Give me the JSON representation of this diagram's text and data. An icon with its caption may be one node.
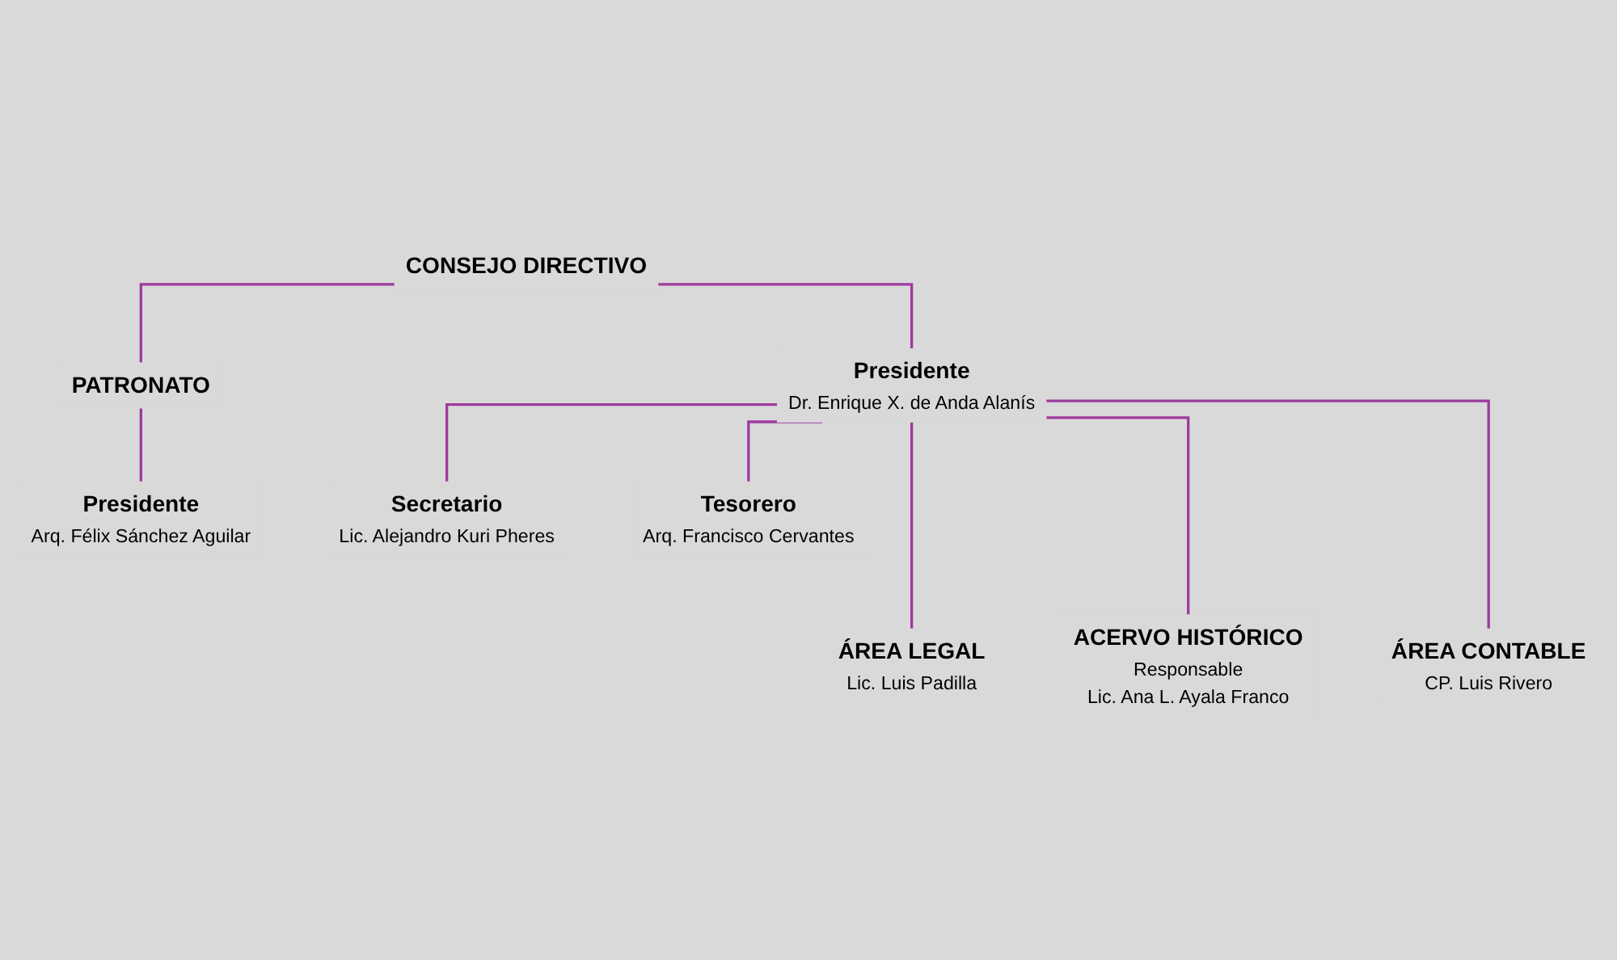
{
  "diagram": {
    "nodes": [
      {
        "text": [
          "CONSEJO DIRECTIVO"
        ]
      },
      {
        "text": [
          "PATRONATO"
        ]
      },
      {
        "text": [
          "Presidente",
          "Arq. Félix Sánchez Aguilar"
        ]
      },
      {
        "text": [
          "Presidente",
          "Dr. Enrique X. de Anda Alanís"
        ]
      },
      {
        "text": [
          "Secretario",
          "Lic. Alejandro Kuri Pheres"
        ]
      },
      {
        "text": [
          "Tesorero",
          "Arq. Francisco Cervantes"
        ]
      },
      {
        "text": [
          "ÁREA LEGAL",
          "Lic. Luis Padilla"
        ]
      },
      {
        "text": [
          "ACERVO HISTÓRICO",
          "Responsable",
          "Lic. Ana L. Ayala Franco"
        ]
      },
      {
        "text": [
          "ÁREA CONTABLE",
          "CP. Luis Rivero"
        ]
      }
    ],
    "edges": [
      {
        "from": 0,
        "to": 1,
        "arrow": "none"
      },
      {
        "from": 0,
        "to": 3,
        "arrow": "none"
      },
      {
        "from": 1,
        "to": 2,
        "arrow": "none"
      },
      {
        "from": 3,
        "to": 4,
        "arrow": "none"
      },
      {
        "from": 3,
        "to": 5,
        "arrow": "none"
      },
      {
        "from": 3,
        "to": 6,
        "arrow": "none"
      },
      {
        "from": 3,
        "to": 7,
        "arrow": "none"
      },
      {
        "from": 3,
        "to": 8,
        "arrow": "none"
      }
    ]
  }
}
